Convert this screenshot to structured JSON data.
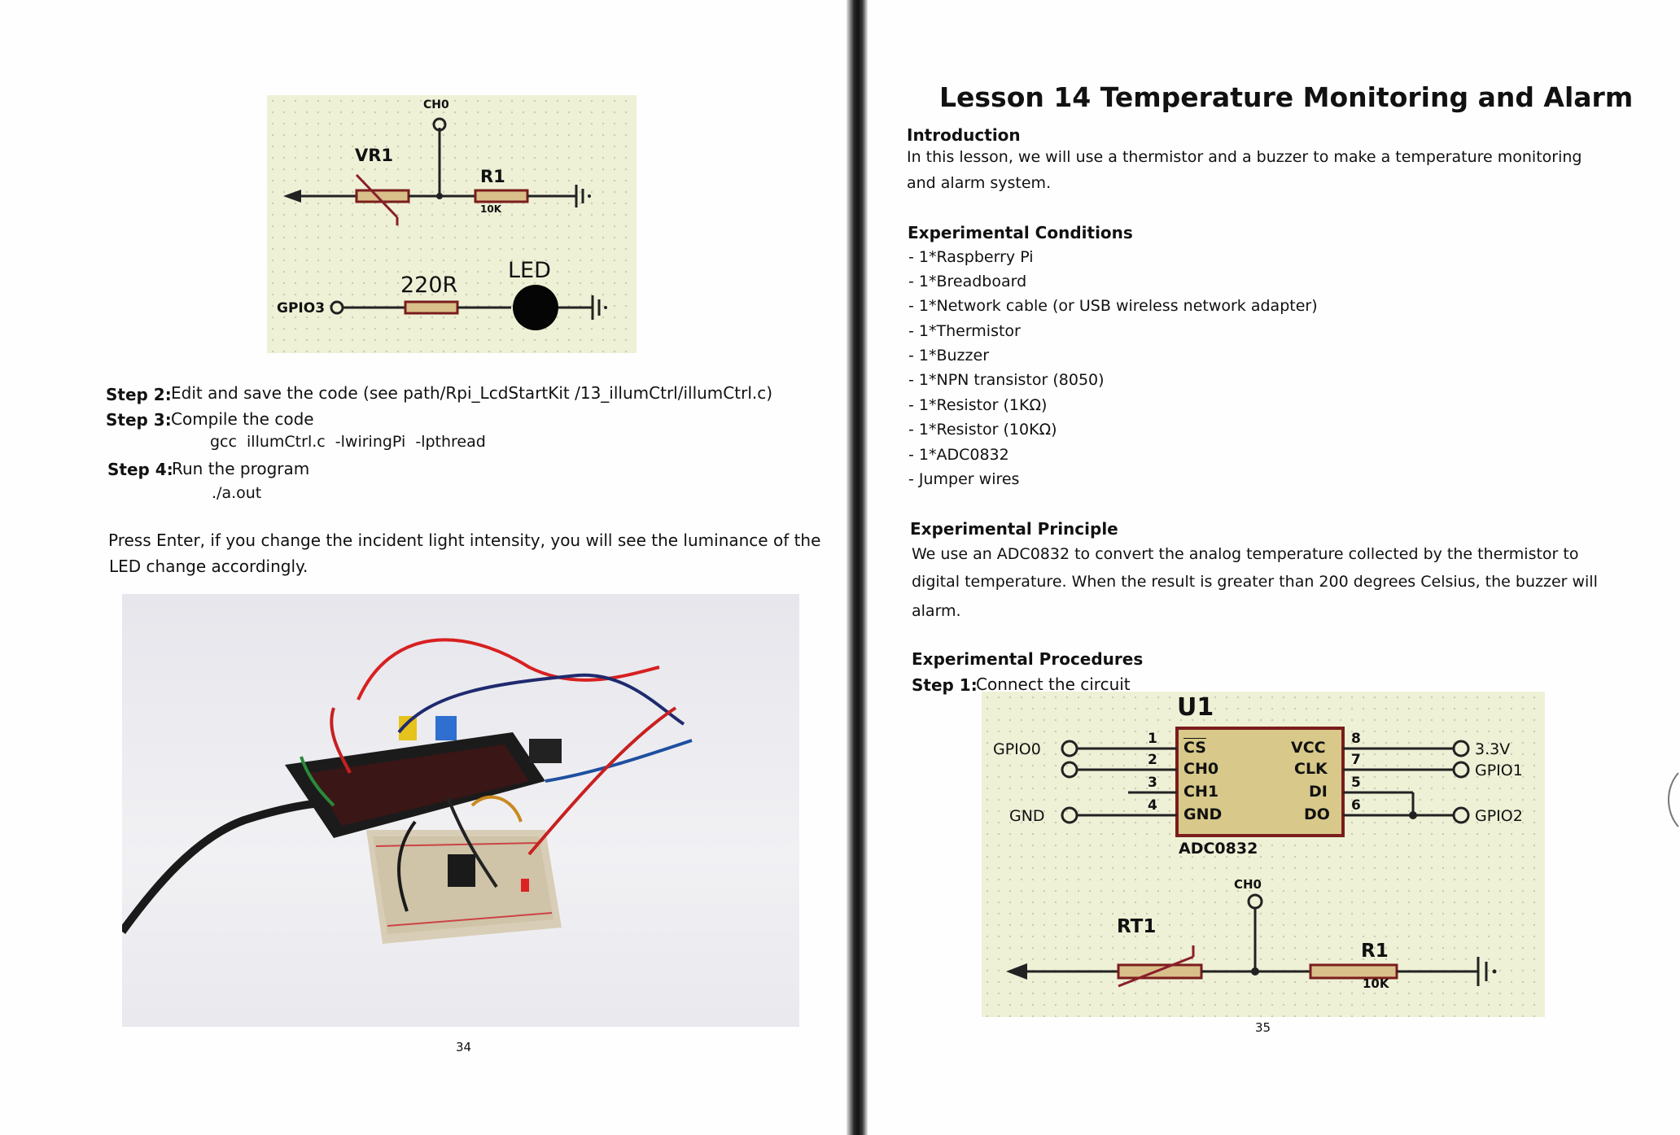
{
  "left_page": {
    "schematic_labels": {
      "ch0": "CH0",
      "vr1": "VR1",
      "r1": "R1",
      "r1_value": "10K",
      "gpio3": "GPIO3",
      "r220": "220R",
      "led": "LED"
    },
    "step2_label": "Step 2:",
    "step2_text": "Edit and save the code (see path/Rpi_LcdStartKit /13_illumCtrl/illumCtrl.c)",
    "step3_label": "Step 3:",
    "step3_text": "Compile the code",
    "compile_cmd": "gcc  illumCtrl.c  -lwiringPi  -lpthread",
    "step4_label": "Step 4:",
    "step4_text": "Run the program",
    "run_cmd": "./a.out",
    "para_line1": "Press Enter, if you change the incident light intensity, you will see the luminance of the",
    "para_line2": "LED change accordingly.",
    "page_number": "34"
  },
  "right_page": {
    "title": "Lesson 14 Temperature Monitoring and Alarm",
    "intro_heading": "Introduction",
    "intro_line1": "In this lesson, we will use a thermistor and a buzzer to make a temperature monitoring",
    "intro_line2": "and alarm system.",
    "conditions_heading": "Experimental Conditions",
    "conditions": [
      "- 1*Raspberry Pi",
      "- 1*Breadboard",
      "- 1*Network cable (or USB wireless network adapter)",
      "- 1*Thermistor",
      "- 1*Buzzer",
      "- 1*NPN transistor (8050)",
      "- 1*Resistor (1KΩ)",
      "- 1*Resistor (10KΩ)",
      "- 1*ADC0832",
      "- Jumper wires"
    ],
    "principle_heading": "Experimental Principle",
    "principle_line1": "We use an ADC0832 to convert the analog temperature collected by the thermistor to",
    "principle_line2": "digital temperature. When the result is greater than 200 degrees Celsius, the buzzer will",
    "principle_line3": "alarm.",
    "procedures_heading": "Experimental Procedures",
    "step1_label": "Step 1:",
    "step1_text": "Connect the circuit",
    "schematic_labels": {
      "u1": "U1",
      "gpio0": "GPIO0",
      "gnd": "GND",
      "pin1": "1",
      "pin2": "2",
      "pin3": "3",
      "pin4": "4",
      "pin8": "8",
      "pin7": "7",
      "pin5": "5",
      "pin6": "6",
      "cs": "CS",
      "ch0": "CH0",
      "ch1": "CH1",
      "gnd_pin": "GND",
      "vcc": "VCC",
      "clk": "CLK",
      "di": "DI",
      "do": "DO",
      "chip": "ADC0832",
      "v33": "3.3V",
      "gpio1": "GPIO1",
      "gpio2": "GPIO2",
      "ch0_probe": "CH0",
      "rt1": "RT1",
      "r1": "R1",
      "r1_value": "10K"
    },
    "page_number": "35"
  }
}
